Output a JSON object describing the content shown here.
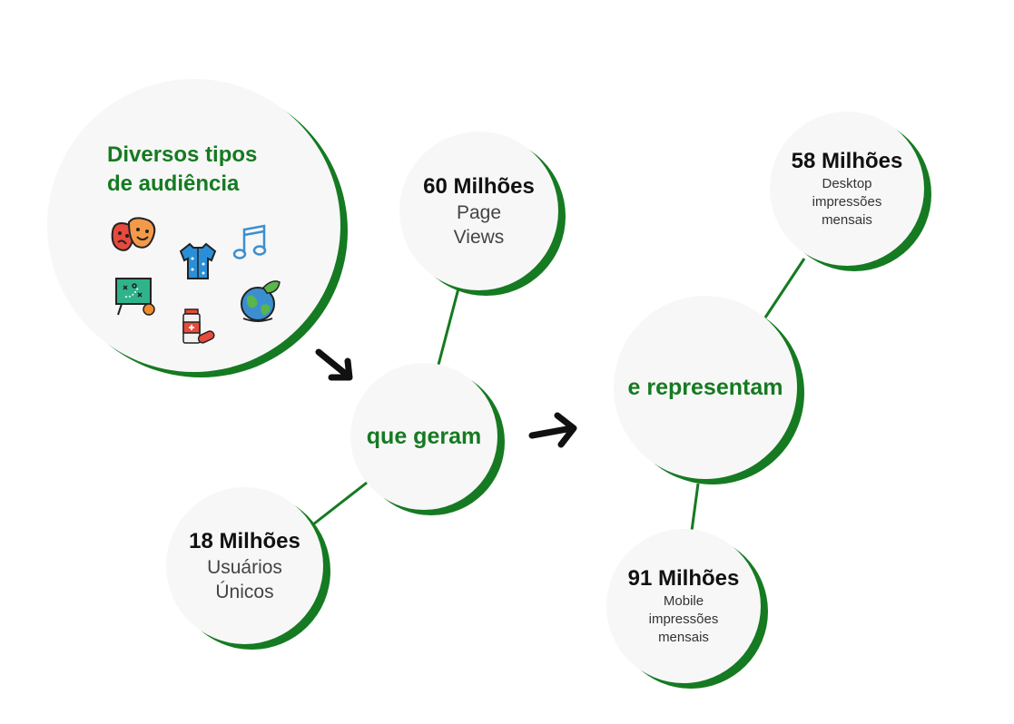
{
  "audience": {
    "title_line1": "Diversos tipos",
    "title_line2": "de audiência"
  },
  "generate": {
    "label": "que geram"
  },
  "represent": {
    "label": "e representam"
  },
  "page_views": {
    "value": "60 Milhões",
    "label_line1": "Page",
    "label_line2": "Views"
  },
  "unique_users": {
    "value": "18 Milhões",
    "label_line1": "Usuários",
    "label_line2": "Únicos"
  },
  "desktop": {
    "value": "58 Milhões",
    "label_line1": "Desktop",
    "label_line2": "impressões",
    "label_line3": "mensais"
  },
  "mobile": {
    "value": "91 Milhões",
    "label_line1": "Mobile",
    "label_line2": "impressões",
    "label_line3": "mensais"
  },
  "colors": {
    "accent": "#157a21",
    "circle_fill": "#f7f7f7",
    "text_dark": "#111111"
  },
  "icons": [
    "theater-masks-icon",
    "shirt-icon",
    "music-note-icon",
    "tactics-board-icon",
    "medicine-icon",
    "earth-icon",
    "arrow-right-icon"
  ]
}
